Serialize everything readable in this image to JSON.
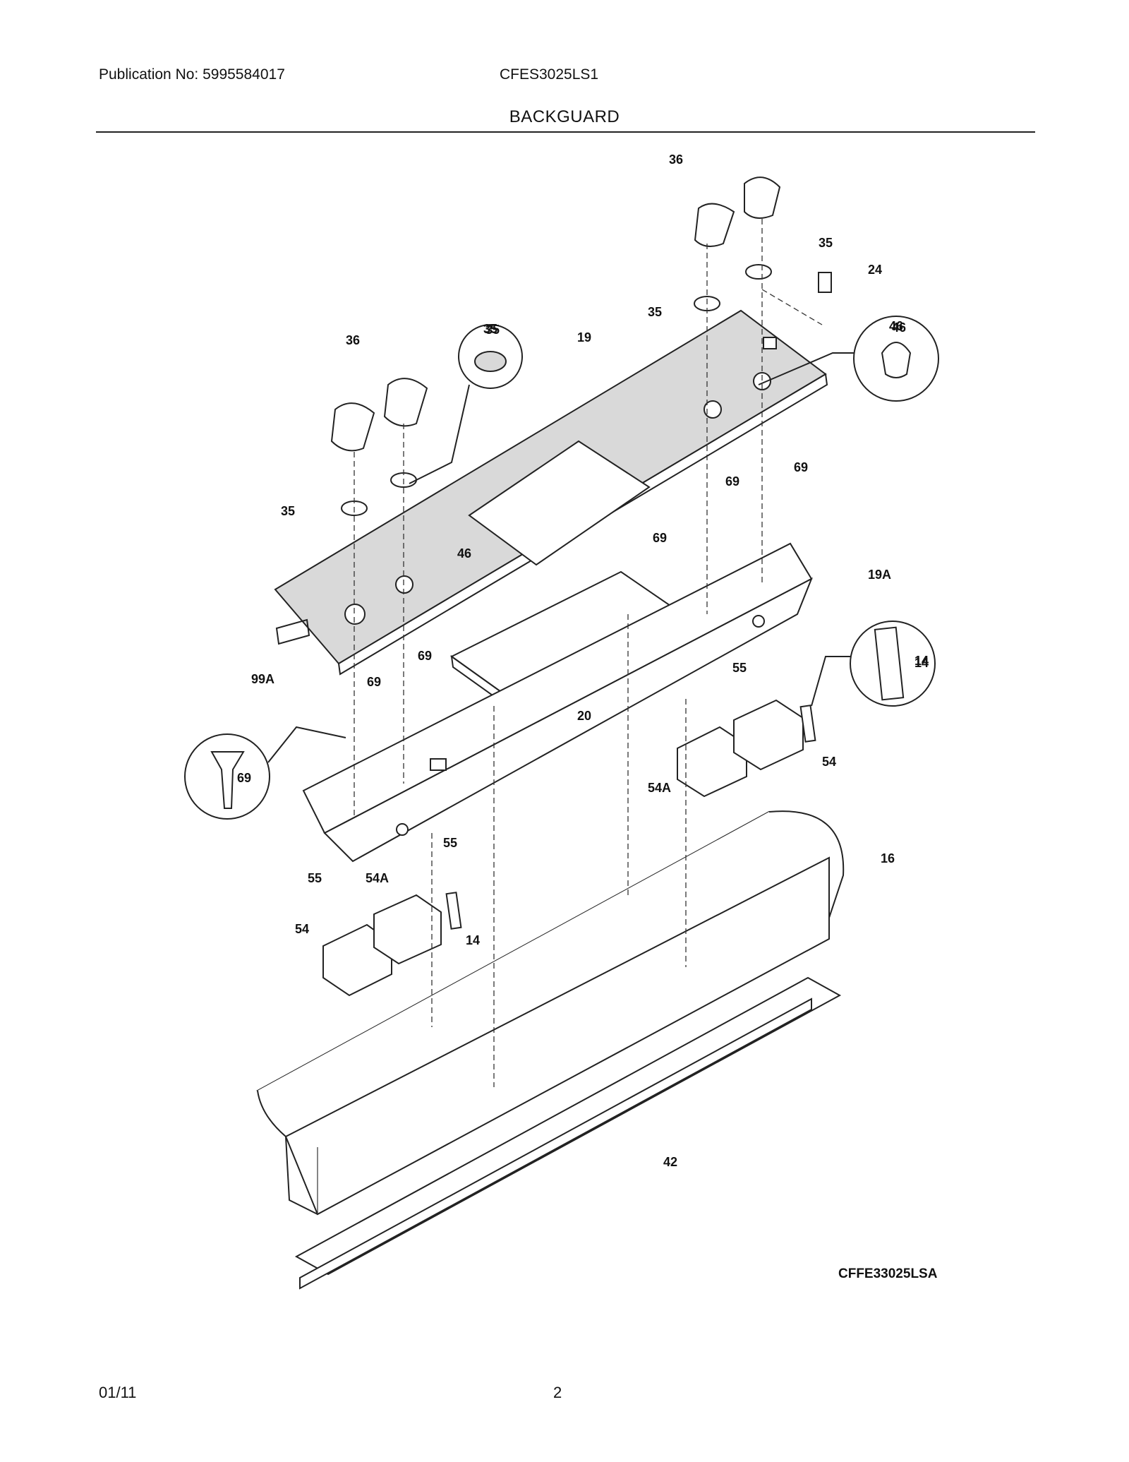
{
  "header": {
    "publication": "Publication No: 5995584017",
    "model": "CFES3025LS1",
    "section": "BACKGUARD"
  },
  "diagram": {
    "code": "CFFE33025LSA",
    "callouts": [
      "36",
      "35",
      "24",
      "35",
      "46",
      "19",
      "36",
      "35",
      "69",
      "35",
      "69",
      "69",
      "46",
      "19A",
      "99A",
      "69",
      "20",
      "55",
      "14",
      "69",
      "54",
      "54A",
      "55",
      "16",
      "55",
      "54A",
      "54",
      "14",
      "42",
      "69",
      "35",
      "46",
      "14"
    ]
  },
  "footer": {
    "date": "01/11",
    "page": "2"
  }
}
